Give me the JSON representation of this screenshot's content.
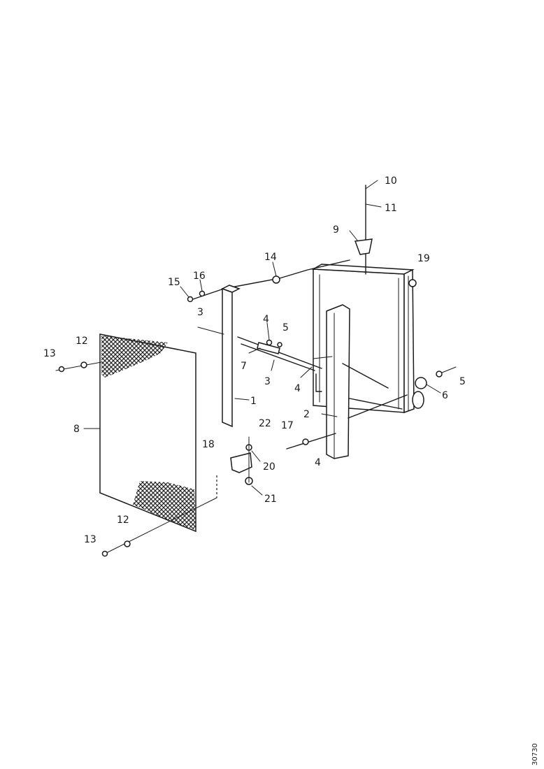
{
  "callouts": {
    "c1": "1",
    "c2": "2",
    "c3a": "3",
    "c3b": "3",
    "c4a": "4",
    "c4b": "4",
    "c4c": "4",
    "c5a": "5",
    "c5b": "5",
    "c6": "6",
    "c7": "7",
    "c8": "8",
    "c9": "9",
    "c10": "10",
    "c11": "11",
    "c12a": "12",
    "c12b": "12",
    "c13a": "13",
    "c13b": "13",
    "c14": "14",
    "c15": "15",
    "c16": "16",
    "c17": "17",
    "c18": "18",
    "c19": "19",
    "c20": "20",
    "c21": "21",
    "c22": "22"
  },
  "reference_code": "30730"
}
